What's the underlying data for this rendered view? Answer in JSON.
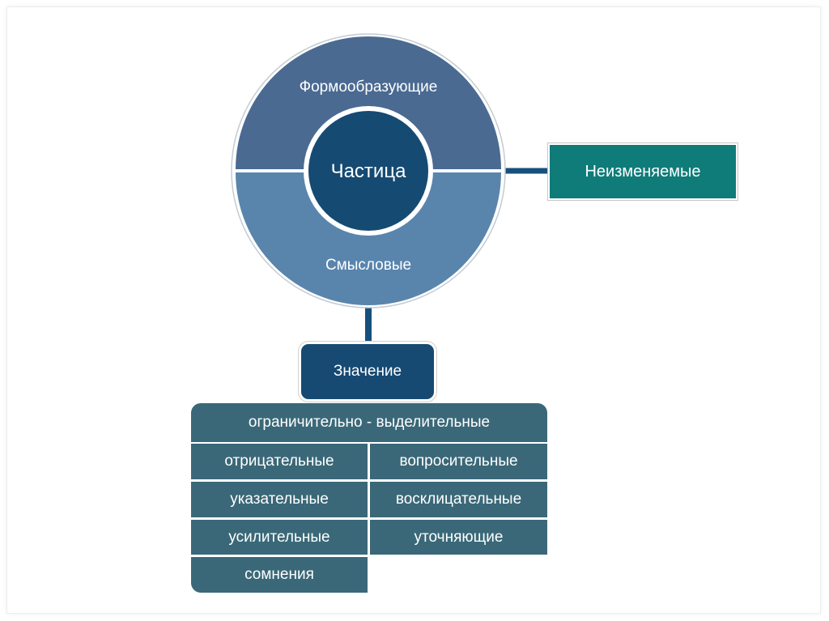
{
  "diagram": {
    "center": "Частица",
    "top_segment": "Формообразующие",
    "bottom_segment": "Смысловые",
    "side_box": "Неизменяемые",
    "meaning_box": "Значение",
    "types_header": "ограничительно - выделительные",
    "types": [
      [
        "отрицательные",
        "вопросительные"
      ],
      [
        "указательные",
        "восклицательные"
      ],
      [
        "усилительные",
        "уточняющие"
      ],
      [
        "сомнения",
        ""
      ]
    ]
  },
  "colors": {
    "top_segment": "#4a6a92",
    "bottom_segment": "#5985ad",
    "center": "#154a73",
    "connector": "#17507c",
    "side_box": "#0f7c7a",
    "meaning_box": "#164a73",
    "table_cell": "#3a6878"
  }
}
